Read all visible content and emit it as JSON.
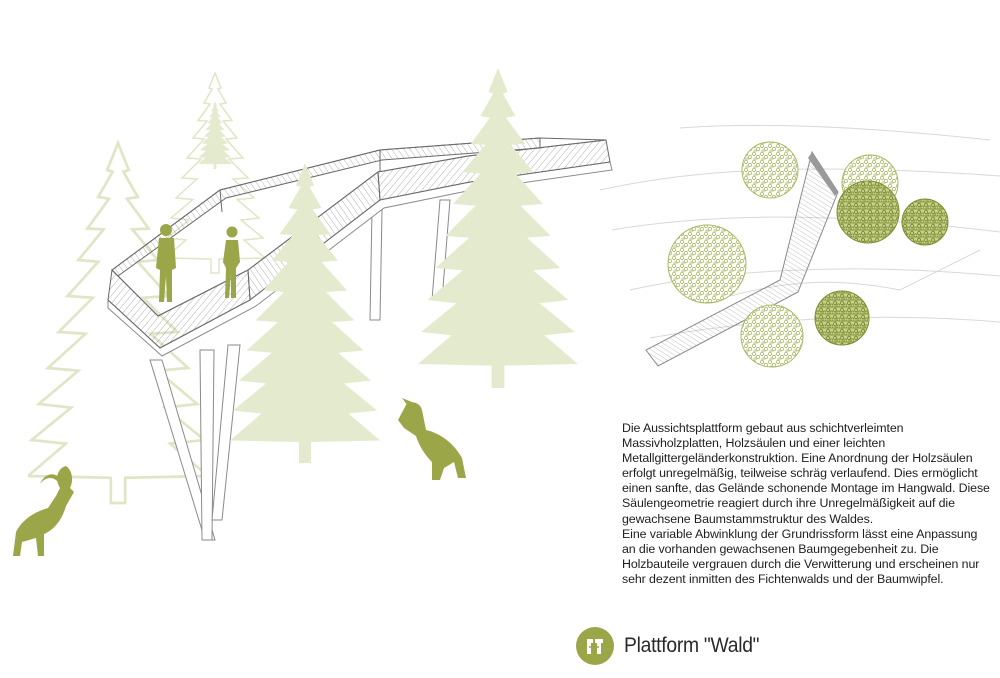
{
  "description": {
    "lines": [
      "Die Aussichtsplattform gebaut aus schichtverleimten",
      "Massivholzplatten, Holzsäulen und einer leichten",
      "Metallgittergeländerkonstruktion. Eine Anordnung der Holzsäulen",
      "erfolgt unregelmäßig, teilweise schräg verlaufend. Dies ermöglicht",
      "einen sanfte, das Gelände schonende  Montage im Hangwald. Diese",
      "Säulengeometrie reagiert durch ihre Unregelmäßigkeit auf die",
      "gewachsene Baumstammstruktur des Waldes.",
      "Eine variable Abwinklung der Grundrissform lässt  eine Anpassung",
      "an die vorhanden  gewachsenen Baumgegebenheit zu. Die",
      "Holzbauteile vergrauen durch die Verwitterung und erscheinen nur",
      "sehr dezent inmitten des Fichtenwalds und der Baumwipfel."
    ]
  },
  "title": {
    "text": "Plattform \"Wald\"",
    "icon": "binoculars-viewpoint-icon"
  },
  "colors": {
    "tree_fill": "#e3eacd",
    "tree_pale": "#ecf0dc",
    "olive": "#9aa647",
    "olive_dark": "#8f9b3e",
    "line_gray": "#8a8a8a",
    "text": "#1e1e1e"
  }
}
